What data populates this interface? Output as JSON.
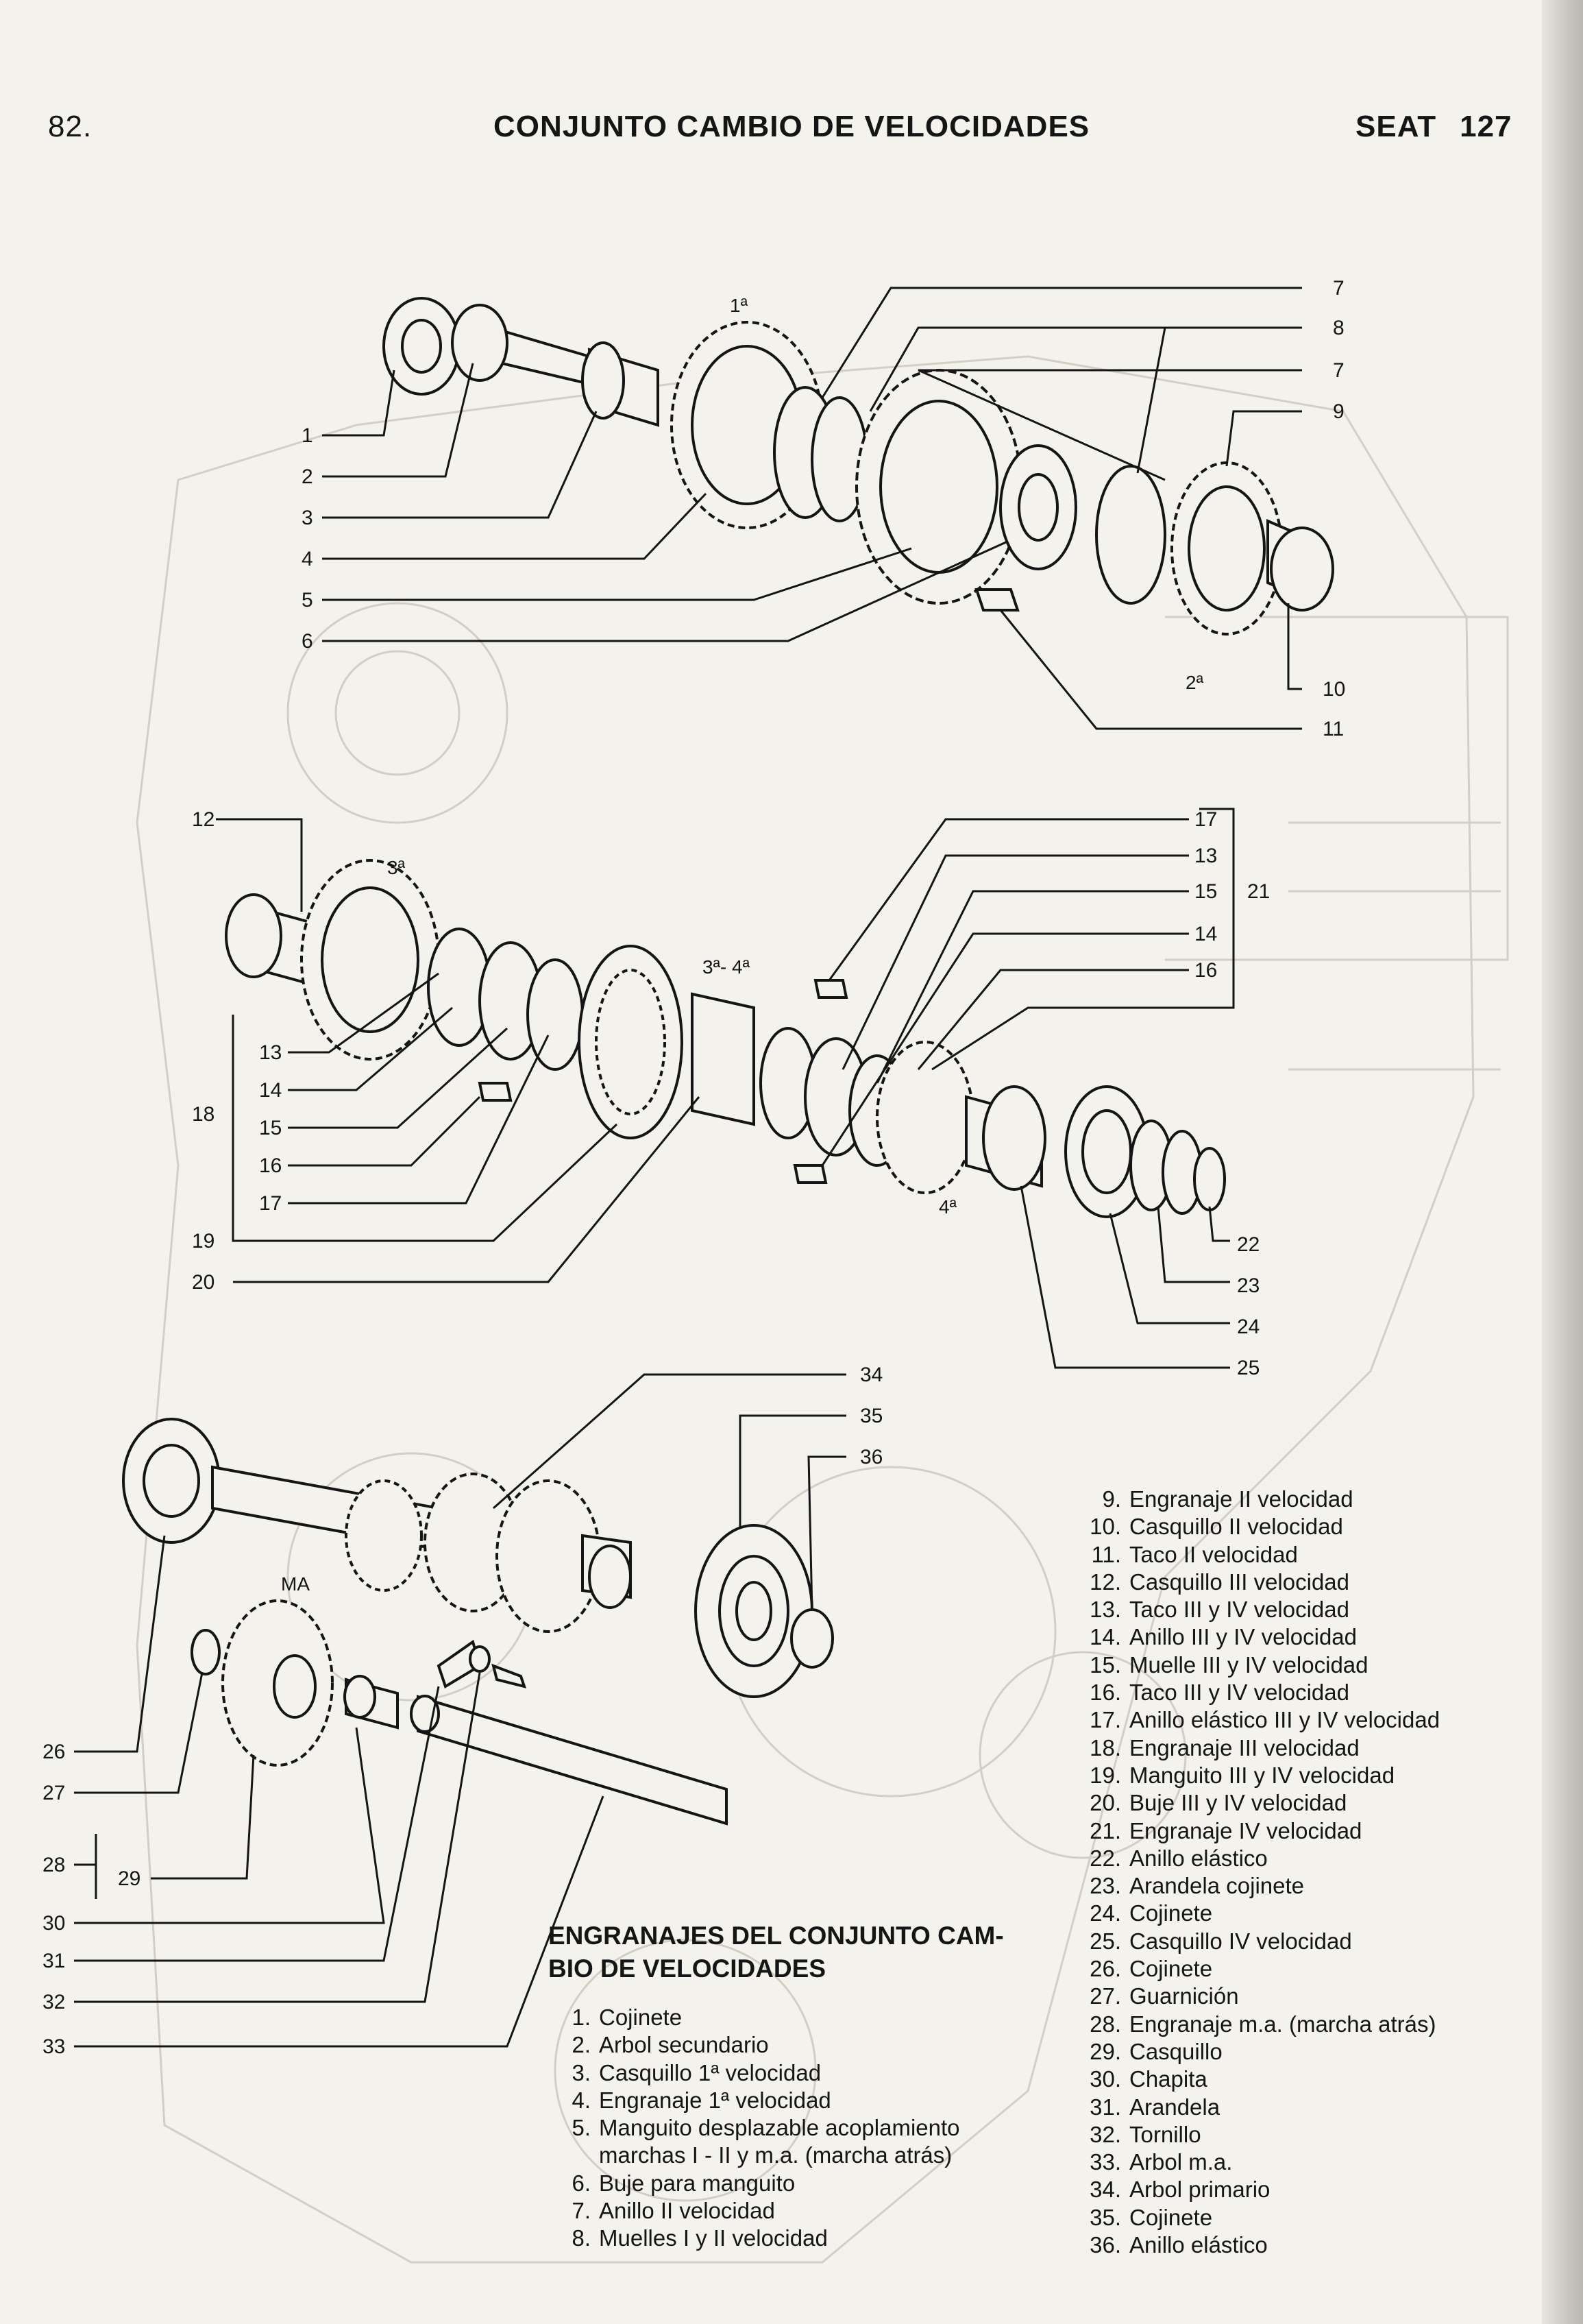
{
  "header": {
    "page_number_left": "82.",
    "title": "CONJUNTO CAMBIO DE VELOCIDADES",
    "brand": "SEAT",
    "page_number_right": "127"
  },
  "diagram": {
    "callouts_top": [
      "1",
      "2",
      "3",
      "4",
      "5",
      "6",
      "7",
      "8",
      "7",
      "9",
      "10",
      "11"
    ],
    "callouts_mid": [
      "12",
      "13",
      "14",
      "15",
      "16",
      "17",
      "18",
      "19",
      "20",
      "17",
      "13",
      "15",
      "14",
      "16",
      "21",
      "22",
      "23",
      "24",
      "25"
    ],
    "callouts_bottom": [
      "26",
      "27",
      "28",
      "29",
      "30",
      "31",
      "32",
      "33",
      "34",
      "35",
      "36"
    ],
    "gear_labels": {
      "first": "1ª",
      "second": "2ª",
      "third": "3ª",
      "third_fourth": "3ª- 4ª",
      "fourth": "4ª",
      "reverse": "MA"
    }
  },
  "caption": {
    "line1": "ENGRANAJES DEL CONJUNTO CAM-",
    "line2": "BIO DE VELOCIDADES"
  },
  "parts_left": [
    {
      "num": "1.",
      "text": "Cojinete"
    },
    {
      "num": "2.",
      "text": "Arbol secundario"
    },
    {
      "num": "3.",
      "text": "Casquillo 1ª velocidad"
    },
    {
      "num": "4.",
      "text": "Engranaje 1ª velocidad"
    },
    {
      "num": "5.",
      "text": "Manguito desplazable acoplamiento"
    },
    {
      "num": "",
      "text": "marchas I - II y m.a. (marcha atrás)"
    },
    {
      "num": "6.",
      "text": "Buje para manguito"
    },
    {
      "num": "7.",
      "text": "Anillo II velocidad"
    },
    {
      "num": "8.",
      "text": "Muelles I y II velocidad"
    }
  ],
  "parts_right": [
    {
      "num": "9.",
      "text": "Engranaje II velocidad"
    },
    {
      "num": "10.",
      "text": "Casquillo II velocidad"
    },
    {
      "num": "11.",
      "text": "Taco II velocidad"
    },
    {
      "num": "12.",
      "text": "Casquillo III velocidad"
    },
    {
      "num": "13.",
      "text": "Taco III y IV velocidad"
    },
    {
      "num": "14.",
      "text": "Anillo III y IV velocidad"
    },
    {
      "num": "15.",
      "text": "Muelle III y IV velocidad"
    },
    {
      "num": "16.",
      "text": "Taco III y IV velocidad"
    },
    {
      "num": "17.",
      "text": "Anillo elástico III y IV velocidad"
    },
    {
      "num": "18.",
      "text": "Engranaje III velocidad"
    },
    {
      "num": "19.",
      "text": "Manguito III y IV velocidad"
    },
    {
      "num": "20.",
      "text": "Buje III y IV velocidad"
    },
    {
      "num": "21.",
      "text": "Engranaje IV velocidad"
    },
    {
      "num": "22.",
      "text": "Anillo elástico"
    },
    {
      "num": "23.",
      "text": "Arandela cojinete"
    },
    {
      "num": "24.",
      "text": "Cojinete"
    },
    {
      "num": "25.",
      "text": "Casquillo IV velocidad"
    },
    {
      "num": "26.",
      "text": "Cojinete"
    },
    {
      "num": "27.",
      "text": "Guarnición"
    },
    {
      "num": "28.",
      "text": "Engranaje m.a. (marcha atrás)"
    },
    {
      "num": "29.",
      "text": "Casquillo"
    },
    {
      "num": "30.",
      "text": "Chapita"
    },
    {
      "num": "31.",
      "text": "Arandela"
    },
    {
      "num": "32.",
      "text": "Tornillo"
    },
    {
      "num": "33.",
      "text": "Arbol m.a."
    },
    {
      "num": "34.",
      "text": "Arbol primario"
    },
    {
      "num": "35.",
      "text": "Cojinete"
    },
    {
      "num": "36.",
      "text": "Anillo elástico"
    }
  ]
}
